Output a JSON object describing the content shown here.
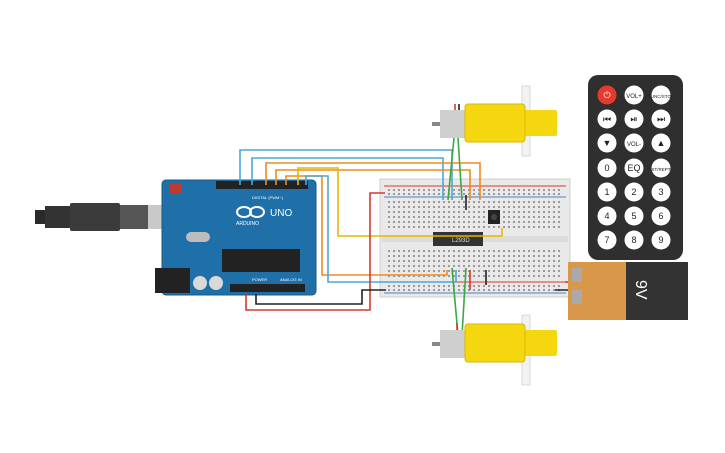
{
  "arduino": {
    "brand": "ARDUINO",
    "model": "UNO",
    "digital_label": "DIGITAL (PWM~)",
    "power_label": "POWER",
    "analog_label": "ANALOG IN"
  },
  "driver_ic": {
    "label": "L293D"
  },
  "battery": {
    "label": "9V"
  },
  "remote": {
    "buttons": [
      "⏻",
      "VOL+",
      "FUNC/STOP",
      "⏮",
      "⏯",
      "⏭",
      "▼",
      "VOL-",
      "▲",
      "0",
      "EQ",
      "ST/REPT",
      "1",
      "2",
      "3",
      "4",
      "5",
      "6",
      "7",
      "8",
      "9"
    ],
    "colors": {
      "power": "#e53b2e",
      "body": "#2f2f2f",
      "button": "#ffffff"
    }
  },
  "colors": {
    "board": "#1f6fa8",
    "breadboard": "#e9e9e9",
    "motor": "#f5d70f",
    "wire_red": "#d43a2a",
    "wire_black": "#222222",
    "wire_green": "#3aa844",
    "wire_orange": "#f08a1e",
    "wire_yellow": "#e6b800",
    "wire_blue": "#4aa8d8"
  }
}
